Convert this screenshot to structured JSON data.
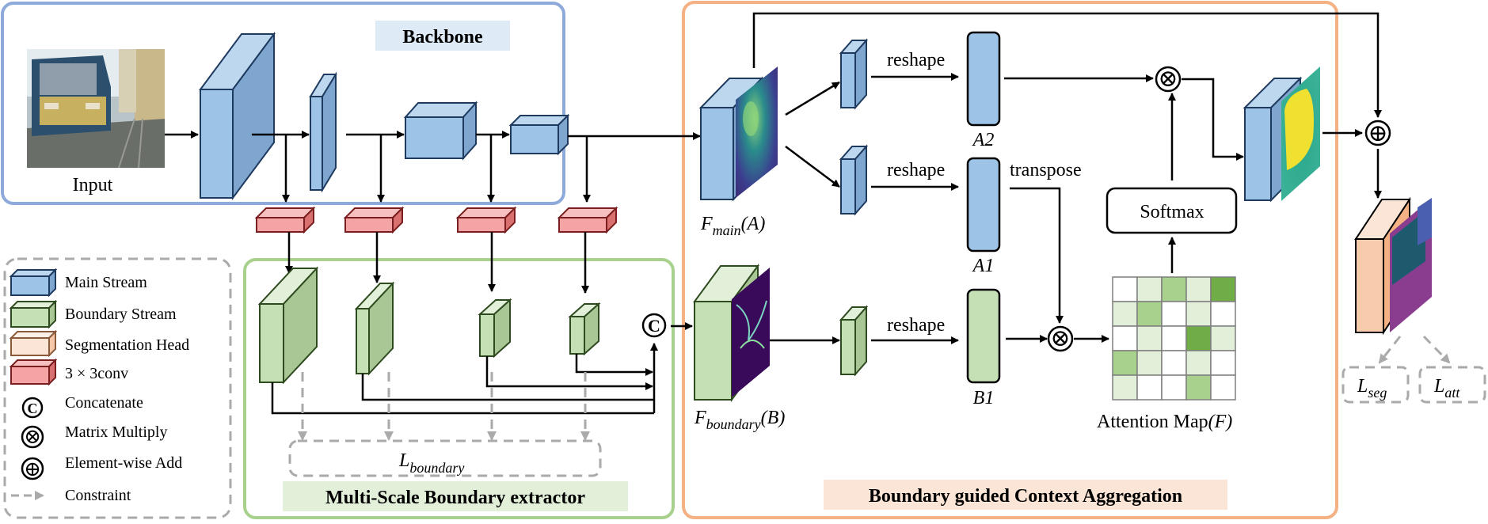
{
  "sections": {
    "backbone": "Backbone",
    "extractor": "Multi-Scale Boundary extractor",
    "aggregation": "Boundary guided Context Aggregation"
  },
  "labels": {
    "input": "Input",
    "reshape_a2": "reshape",
    "reshape_a1": "reshape",
    "reshape_b1": "reshape",
    "transpose": "transpose",
    "softmax": "Softmax",
    "attention_map": "Attention Map",
    "attention_var": "(F)",
    "a2": "A2",
    "a1": "A1",
    "b1": "B1",
    "f_main": "F",
    "f_main_sub": "main",
    "f_main_arg": "(A)",
    "f_boundary": "F",
    "f_boundary_sub": "boundary",
    "f_boundary_arg": "(B)",
    "l_boundary": "L",
    "l_boundary_sub": "boundary",
    "l_seg": "L",
    "l_seg_sub": "seg",
    "l_att": "L",
    "l_att_sub": "att"
  },
  "symbols": {
    "concat": "C",
    "multiply": "⊗",
    "add": "⊕"
  },
  "legend": [
    {
      "icon": "main-stream-icon",
      "label": "Main Stream"
    },
    {
      "icon": "boundary-stream-icon",
      "label": "Boundary Stream"
    },
    {
      "icon": "segmentation-head-icon",
      "label": "Segmentation Head"
    },
    {
      "icon": "conv-icon",
      "label": "3 × 3conv"
    },
    {
      "icon": "concatenate-icon",
      "label": "Concatenate"
    },
    {
      "icon": "matrix-multiply-icon",
      "label": "Matrix Multiply"
    },
    {
      "icon": "element-wise-add-icon",
      "label": "Element-wise Add"
    },
    {
      "icon": "constraint-arrow-icon",
      "label": "Constraint"
    }
  ],
  "attention_grid": [
    [
      0,
      1,
      2,
      1,
      3
    ],
    [
      1,
      2,
      0,
      1,
      0
    ],
    [
      0,
      1,
      0,
      3,
      1
    ],
    [
      2,
      1,
      0,
      1,
      0
    ],
    [
      1,
      0,
      0,
      2,
      0
    ]
  ],
  "colors": {
    "backbone_border": "#8eaadb",
    "extractor_border": "#a9d18e",
    "aggregation_border": "#f4b183",
    "backbone_label_bg": "#deebf7",
    "extractor_label_bg": "#e2f0d9",
    "aggregation_label_bg": "#fbe5d6",
    "main_stream": "#9dc3e6",
    "boundary_stream": "#c5e0b4",
    "seg_head": "#f8cbad",
    "conv": "#f4a4a4",
    "constraint": "#aaaaaa"
  }
}
